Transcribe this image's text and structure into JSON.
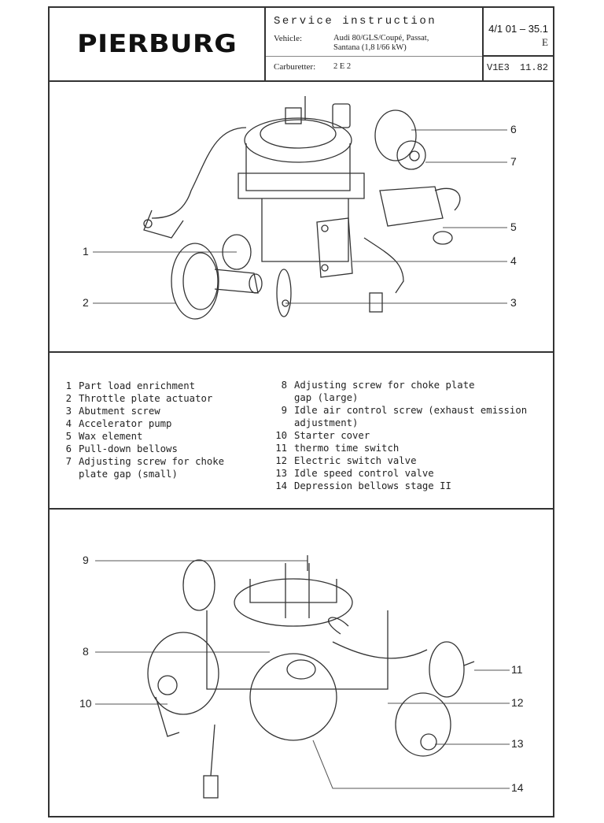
{
  "header": {
    "logo": "PIERBURG",
    "title": "Service instruction",
    "vehicle_label": "Vehicle:",
    "vehicle_line1": "Audi 80/GLS/Coupé, Passat,",
    "vehicle_line2": "Santana (1,8 l/66 kW)",
    "carburetter_label": "Carburetter:",
    "carburetter_value": "2 E 2",
    "ref_number": "4/1 01 – 35.1",
    "ref_language": "E",
    "ref_code": "V1E3",
    "ref_date": "11.82"
  },
  "diagram_top": {
    "callouts": [
      {
        "num": "1",
        "side": "left"
      },
      {
        "num": "2",
        "side": "left"
      },
      {
        "num": "3",
        "side": "right"
      },
      {
        "num": "4",
        "side": "right"
      },
      {
        "num": "5",
        "side": "right"
      },
      {
        "num": "6",
        "side": "right"
      },
      {
        "num": "7",
        "side": "right"
      }
    ]
  },
  "legend": {
    "left": [
      {
        "num": "1",
        "text": "Part load enrichment"
      },
      {
        "num": "2",
        "text": "Throttle plate actuator"
      },
      {
        "num": "3",
        "text": "Abutment screw"
      },
      {
        "num": "4",
        "text": "Accelerator pump"
      },
      {
        "num": "5",
        "text": "Wax element"
      },
      {
        "num": "6",
        "text": "Pull-down bellows"
      },
      {
        "num": "7",
        "text": "Adjusting screw for choke\nplate gap (small)"
      }
    ],
    "right": [
      {
        "num": "8",
        "text": "Adjusting screw for choke plate\ngap (large)"
      },
      {
        "num": "9",
        "text": "Idle air control screw (exhaust emission\nadjustment)"
      },
      {
        "num": "10",
        "text": "Starter cover"
      },
      {
        "num": "11",
        "text": "thermo time switch"
      },
      {
        "num": "12",
        "text": "Electric switch valve"
      },
      {
        "num": "13",
        "text": "Idle speed control valve"
      },
      {
        "num": "14",
        "text": "Depression bellows stage II"
      }
    ]
  },
  "diagram_bottom": {
    "callouts": [
      {
        "num": "9",
        "side": "left"
      },
      {
        "num": "8",
        "side": "left"
      },
      {
        "num": "10",
        "side": "left"
      },
      {
        "num": "11",
        "side": "right"
      },
      {
        "num": "12",
        "side": "right"
      },
      {
        "num": "13",
        "side": "right"
      },
      {
        "num": "14",
        "side": "right"
      }
    ]
  }
}
